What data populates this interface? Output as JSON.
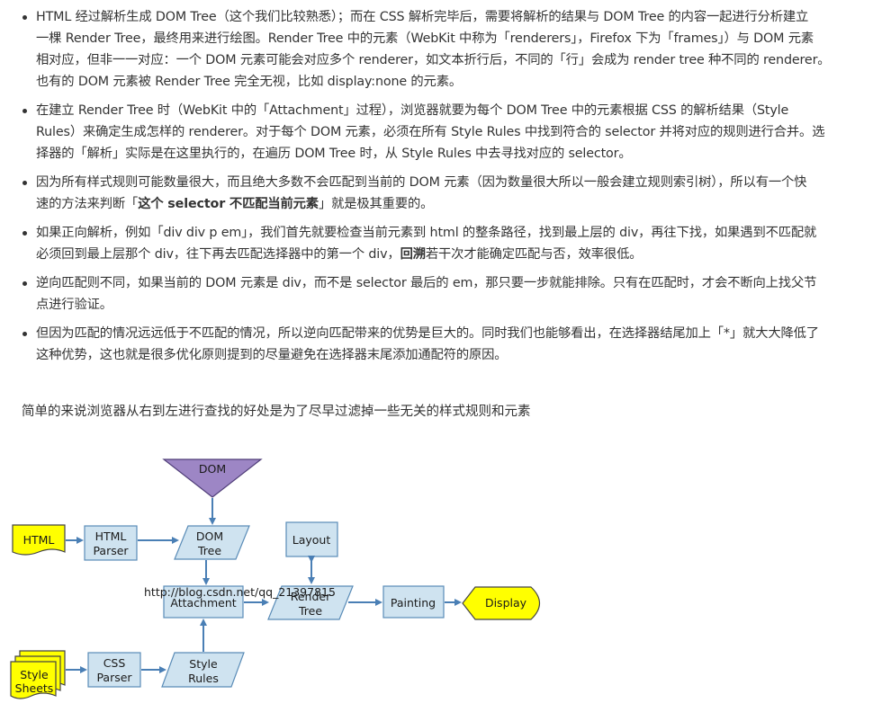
{
  "bullets": [
    {
      "lines": [
        [
          {
            "t": "HTML 经过解析生成 DOM Tree（这个我们比较熟悉）；而在 CSS 解析完毕后，需要将解析的结果与 DOM Tree 的内容一起进行分析建立"
          }
        ],
        [
          {
            "t": "一棵 Render Tree，最终用来进行绘图。Render Tree 中的元素（WebKit 中称为「renderers」，Firefox 下为「frames」）与 DOM 元素"
          }
        ],
        [
          {
            "t": "相对应，但非一一对应：一个 DOM 元素可能会对应多个 renderer，如文本折行后，不同的「行」会成为 render tree 种不同的 renderer。"
          }
        ],
        [
          {
            "t": "也有的 DOM 元素被 Render Tree 完全无视，比如 display:none 的元素。"
          }
        ]
      ]
    },
    {
      "lines": [
        [
          {
            "t": "在建立 Render Tree 时（WebKit 中的「Attachment」过程），浏览器就要为每个 DOM Tree 中的元素根据 CSS 的解析结果（Style"
          }
        ],
        [
          {
            "t": "Rules）来确定生成怎样的 renderer。对于每个 DOM 元素，必须在所有 Style Rules 中找到符合的 selector 并将对应的规则进行合并。选"
          }
        ],
        [
          {
            "t": "择器的「解析」实际是在这里执行的，在遍历 DOM Tree 时，从 Style Rules 中去寻找对应的 selector。"
          }
        ]
      ]
    },
    {
      "lines": [
        [
          {
            "t": "因为所有样式规则可能数量很大，而且绝大多数不会匹配到当前的 DOM 元素（因为数量很大所以一般会建立规则索引树），所以有一个快"
          }
        ],
        [
          {
            "t": "速的方法来判断「"
          },
          {
            "t": "这个 selector 不匹配当前元素",
            "b": true
          },
          {
            "t": "」就是极其重要的。"
          }
        ]
      ]
    },
    {
      "lines": [
        [
          {
            "t": "如果正向解析，例如「div div p em」，我们首先就要检查当前元素到 html 的整条路径，找到最上层的 div，再往下找，如果遇到不匹配就"
          }
        ],
        [
          {
            "t": "必须回到最上层那个 div，往下再去匹配选择器中的第一个 div，"
          },
          {
            "t": "回溯",
            "b": true
          },
          {
            "t": "若干次才能确定匹配与否，效率很低。"
          }
        ]
      ]
    },
    {
      "lines": [
        [
          {
            "t": "逆向匹配则不同，如果当前的 DOM 元素是 div，而不是 selector 最后的 em，那只要一步就能排除。只有在匹配时，才会不断向上找父节"
          }
        ],
        [
          {
            "t": "点进行验证。"
          }
        ]
      ]
    },
    {
      "lines": [
        [
          {
            "t": "但因为匹配的情况远远低于不匹配的情况，所以逆向匹配带来的优势是巨大的。同时我们也能够看出，在选择器结尾加上「*」就大大降低了"
          }
        ],
        [
          {
            "t": "这种优势，这也就是很多优化原则提到的尽量避免在选择器末尾添加通配符的原因。"
          }
        ]
      ]
    }
  ],
  "summary": "简单的来说浏览器从右到左进行查找的好处是为了尽早过滤掉一些无关的样式规则和元素",
  "diagram": {
    "dom_source": "DOM",
    "html_doc": "HTML",
    "html_parser": [
      "HTML",
      "Parser"
    ],
    "dom_tree": [
      "DOM",
      "Tree"
    ],
    "layout": "Layout",
    "attachment": "Attachment",
    "render_tree": [
      "Render",
      "Tree"
    ],
    "painting": "Painting",
    "display": "Display",
    "style_sheets": [
      "Style",
      "Sheets"
    ],
    "css_parser": [
      "CSS",
      "Parser"
    ],
    "style_rules": [
      "Style",
      "Rules"
    ],
    "watermark": "http://blog.csdn.net/qq_21397815"
  },
  "colors": {
    "document": "#ffff00",
    "process": "#cfe3f0",
    "triangle": "#9d86c5",
    "arrow": "#4a7fb5"
  }
}
